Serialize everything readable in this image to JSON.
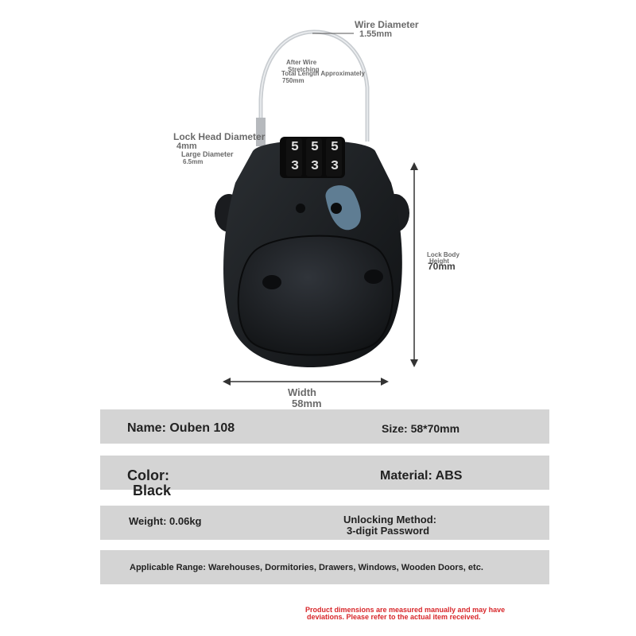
{
  "annotations": {
    "wire_diameter_title": "Wire Diameter",
    "wire_diameter_value": "1.55mm",
    "after_wire_line1": "After Wire",
    "after_wire_line2": "Stretching",
    "total_length_label": "Total Length Approximately",
    "total_length_value": "750mm",
    "lock_head_title": "Lock Head Diameter",
    "lock_head_value": "4mm",
    "large_diameter_label": "Large Diameter",
    "large_diameter_value": "6.5mm",
    "body_height_line1": "Lock Body",
    "body_height_line2": "Height",
    "body_height_value": "70mm",
    "width_label": "Width",
    "width_value": "58mm"
  },
  "dial": {
    "top": [
      "5",
      "5",
      "5"
    ],
    "bottom": [
      "3",
      "3",
      "3"
    ]
  },
  "specs": {
    "name": "Name: Ouben 108",
    "size": "Size: 58*70mm",
    "color_label": "Color:",
    "color_value": "Black",
    "material": "Material: ABS",
    "weight": "Weight: 0.06kg",
    "unlock_label": "Unlocking Method:",
    "unlock_value": "3-digit Password",
    "range": "Applicable Range: Warehouses, Dormitories, Drawers, Windows, Wooden Doors, etc."
  },
  "disclaimer": {
    "line1": "Product dimensions are measured manually and may have",
    "line2": "deviations. Please refer to the actual item received."
  }
}
